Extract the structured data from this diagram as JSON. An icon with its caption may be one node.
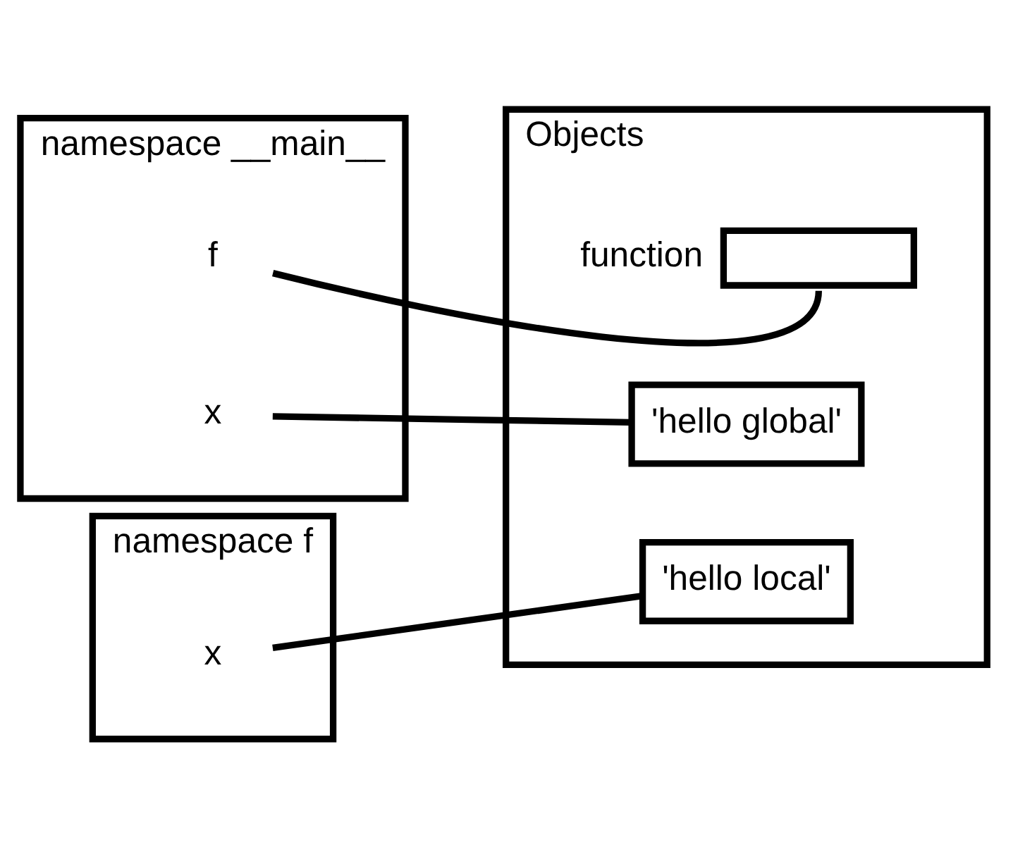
{
  "diagram": {
    "nodes": [
      {
        "text": [
          "namespace __main__"
        ]
      },
      {
        "text": [
          "f"
        ],
        "in": 0
      },
      {
        "text": [
          "x"
        ],
        "in": 0
      },
      {
        "text": [
          "namespace f"
        ]
      },
      {
        "text": [
          "x"
        ],
        "in": 3
      },
      {
        "text": [
          "Objects"
        ]
      },
      {
        "text": [],
        "shape": "box",
        "beside": [
          "function"
        ],
        "in": 5
      },
      {
        "text": [
          "'hello global'"
        ],
        "in": 5
      },
      {
        "text": [
          "'hello local'"
        ],
        "in": 5
      }
    ],
    "edges": [
      {
        "from": 1,
        "to": 6,
        "arrow": "none"
      },
      {
        "from": 2,
        "to": 7,
        "arrow": "none"
      },
      {
        "from": 4,
        "to": 8,
        "arrow": "none"
      }
    ]
  }
}
